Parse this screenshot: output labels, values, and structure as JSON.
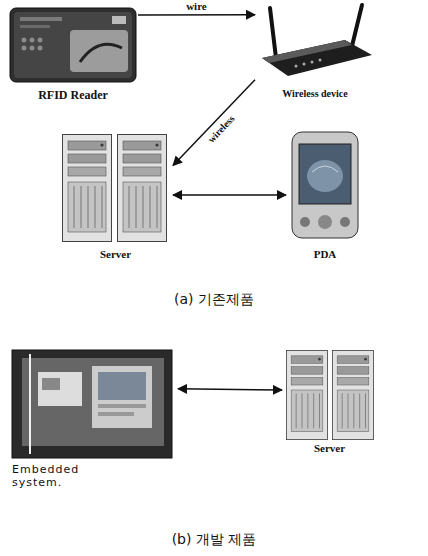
{
  "diagram": {
    "nodes": [
      {
        "text": [
          "RFID Reader"
        ]
      },
      {
        "text": [
          "Wireless device"
        ]
      },
      {
        "text": [
          "Server"
        ]
      },
      {
        "text": [
          "PDA"
        ]
      },
      {
        "text": [
          "Embedded system."
        ]
      },
      {
        "text": [
          "Server"
        ]
      }
    ],
    "edges": [
      {
        "from": 0,
        "to": 1,
        "arrow": "to",
        "label": "wire"
      },
      {
        "from": 1,
        "to": 2,
        "arrow": "to",
        "label": "wireless"
      },
      {
        "from": 2,
        "to": 3,
        "arrow": "both"
      },
      {
        "from": 4,
        "to": 5,
        "arrow": "both"
      }
    ],
    "labels": [
      "(a) 기존제품",
      "(b) 개발 제품"
    ]
  }
}
